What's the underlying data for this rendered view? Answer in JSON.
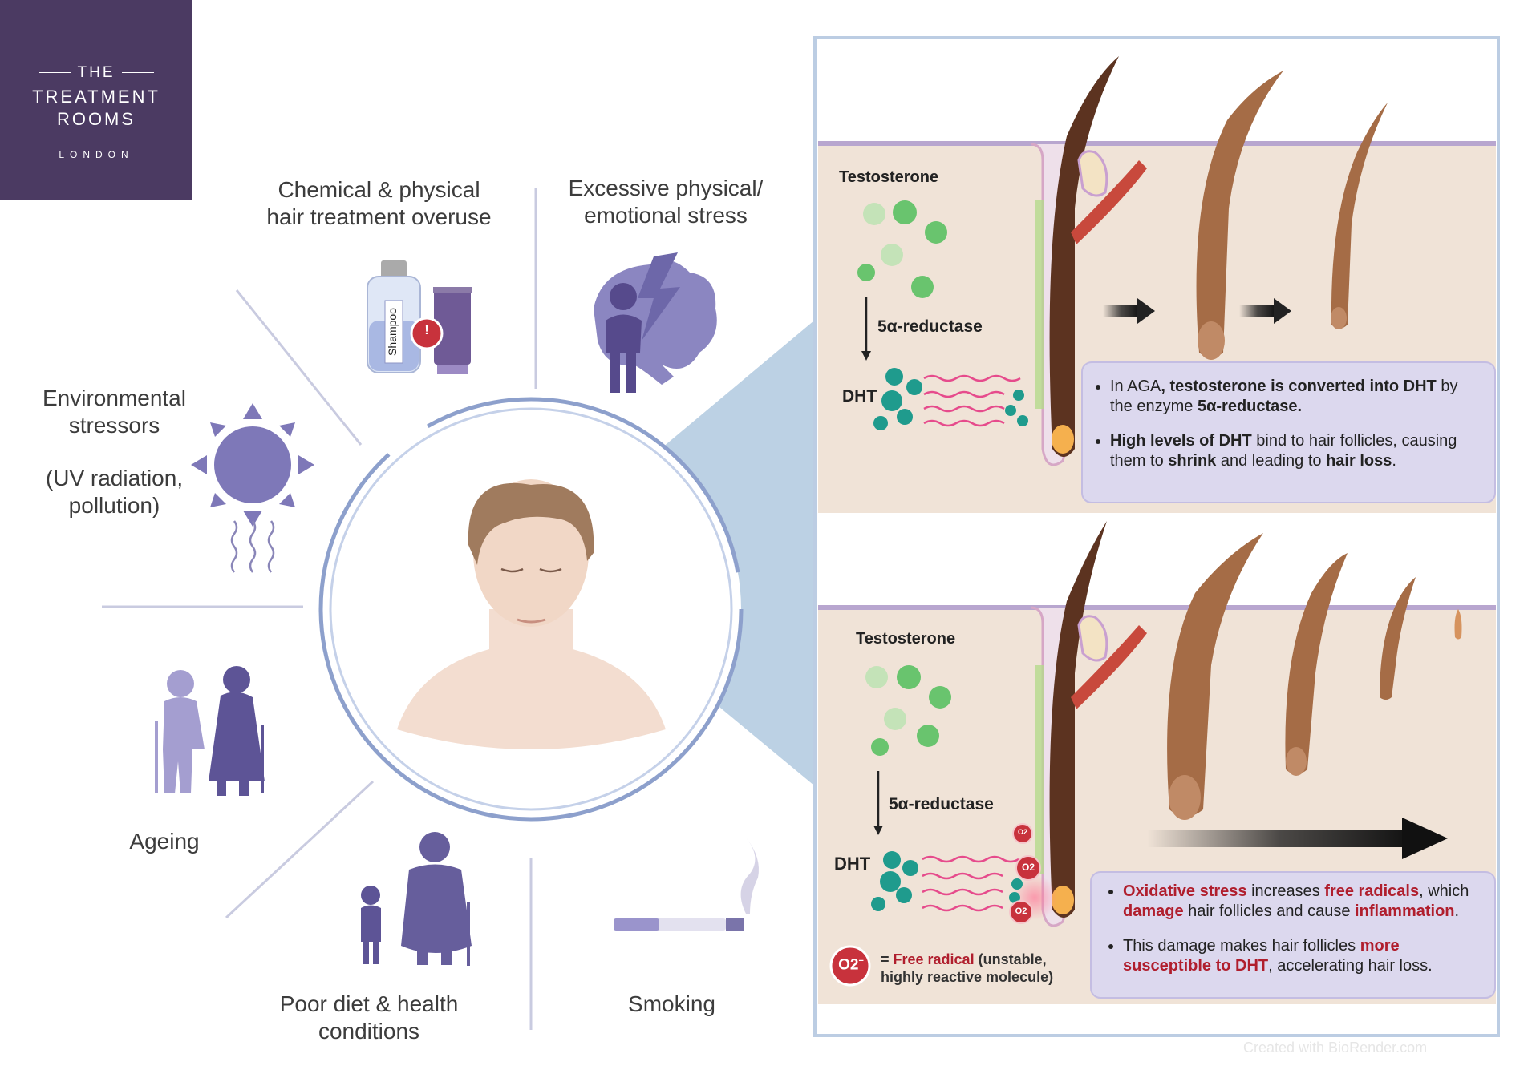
{
  "logo": {
    "line1": "THE",
    "line2": "TREATMENT",
    "line3": "ROOMS",
    "line4": "LONDON"
  },
  "factors": {
    "chemical": [
      "Chemical & physical",
      "hair treatment overuse"
    ],
    "stress": [
      "Excessive physical/",
      "emotional stress"
    ],
    "environmental": [
      "Environmental",
      "stressors",
      "(UV radiation,",
      "pollution)"
    ],
    "ageing": "Ageing",
    "diet": [
      "Poor diet & health",
      "conditions"
    ],
    "smoking": "Smoking",
    "shampoo": "Shampoo",
    "warning": "!"
  },
  "top_panel": {
    "testosterone": "Testosterone",
    "enzyme": "5α-reductase",
    "dht": "DHT",
    "bullet1": [
      "In AGA",
      ", testosterone is converted into DHT",
      " by the enzyme ",
      "5α-reductase."
    ],
    "bullet2": [
      "High levels of DHT",
      " bind to hair follicles, causing them to ",
      "shrink",
      " and leading to ",
      "hair loss",
      "."
    ]
  },
  "bottom_panel": {
    "testosterone": "Testosterone",
    "enzyme": "5α-reductase",
    "dht": "DHT",
    "o2": "O2",
    "o2_sup": "−",
    "legend_prefix": "= ",
    "legend_red": "Free radical",
    "legend_rest": " (unstable, highly reactive molecule)",
    "bullet1": [
      "Oxidative stress",
      " increases ",
      "free radicals",
      ", which ",
      "damage",
      " hair follicles and cause ",
      "inflammation",
      "."
    ],
    "bullet2": [
      "This damage makes hair follicles ",
      "more susceptible to DHT",
      ", accelerating hair loss."
    ]
  },
  "watermark": "Created with BioRender.com",
  "colors": {
    "purple": "#4b3a62",
    "icon": "#7e78b8",
    "blue": "#bcd1e4",
    "skin": "#f0e3d7",
    "note": "#dcd8ee",
    "red": "#b01e2d"
  }
}
